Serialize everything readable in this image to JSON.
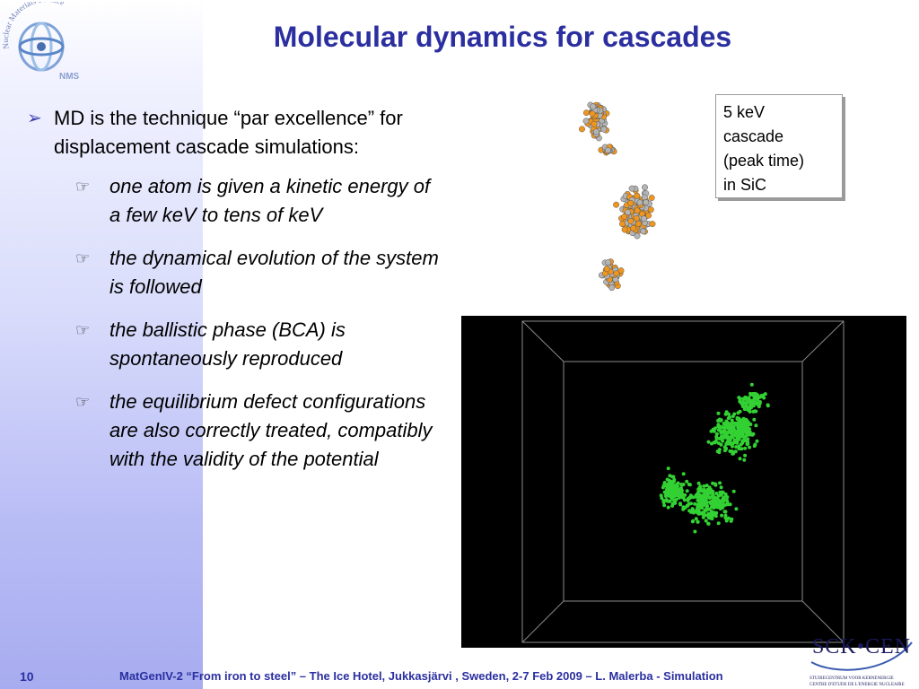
{
  "title": "Molecular dynamics for cascades",
  "logo": {
    "arc_text": "Nuclear Materials Science",
    "initials": "NMS"
  },
  "main_bullet": "MD is the technique “par excellence” for displacement cascade simulations:",
  "sub_bullets": [
    "one atom is given a kinetic energy of a few keV to tens of keV",
    "the dynamical evolution of the system is followed",
    "the ballistic phase (BCA) is spontaneously reproduced",
    "the equilibrium defect configurations are also correctly treated, compatibly with the validity of the potential"
  ],
  "callout": {
    "line1": "5 keV",
    "line2": "cascade",
    "line3": "(peak time)",
    "line4": "in SiC"
  },
  "icons": {
    "main_bullet": "arrow-bullet-icon",
    "sub_bullet": "pointing-hand-icon"
  },
  "colors": {
    "title": "#2b2fa0",
    "orange_atom": "#f0961e",
    "grey_atom": "#b4b4b4",
    "green_atom": "#33d133",
    "sim_background": "#000000"
  },
  "footer": {
    "slide_number": "10",
    "text": "MatGenIV-2 “From iron to steel” – The Ice Hotel, Jukkasjärvi , Sweden, 2-7 Feb 2009 – L. Malerba - Simulation"
  },
  "sck_logo": {
    "name": "SCK•CEN",
    "subtitle1": "STUDIECENTRUM VOOR KERNENERGIE",
    "subtitle2": "CENTRE D'ETUDE DE L'ENERGIE NUCLEAIRE"
  }
}
